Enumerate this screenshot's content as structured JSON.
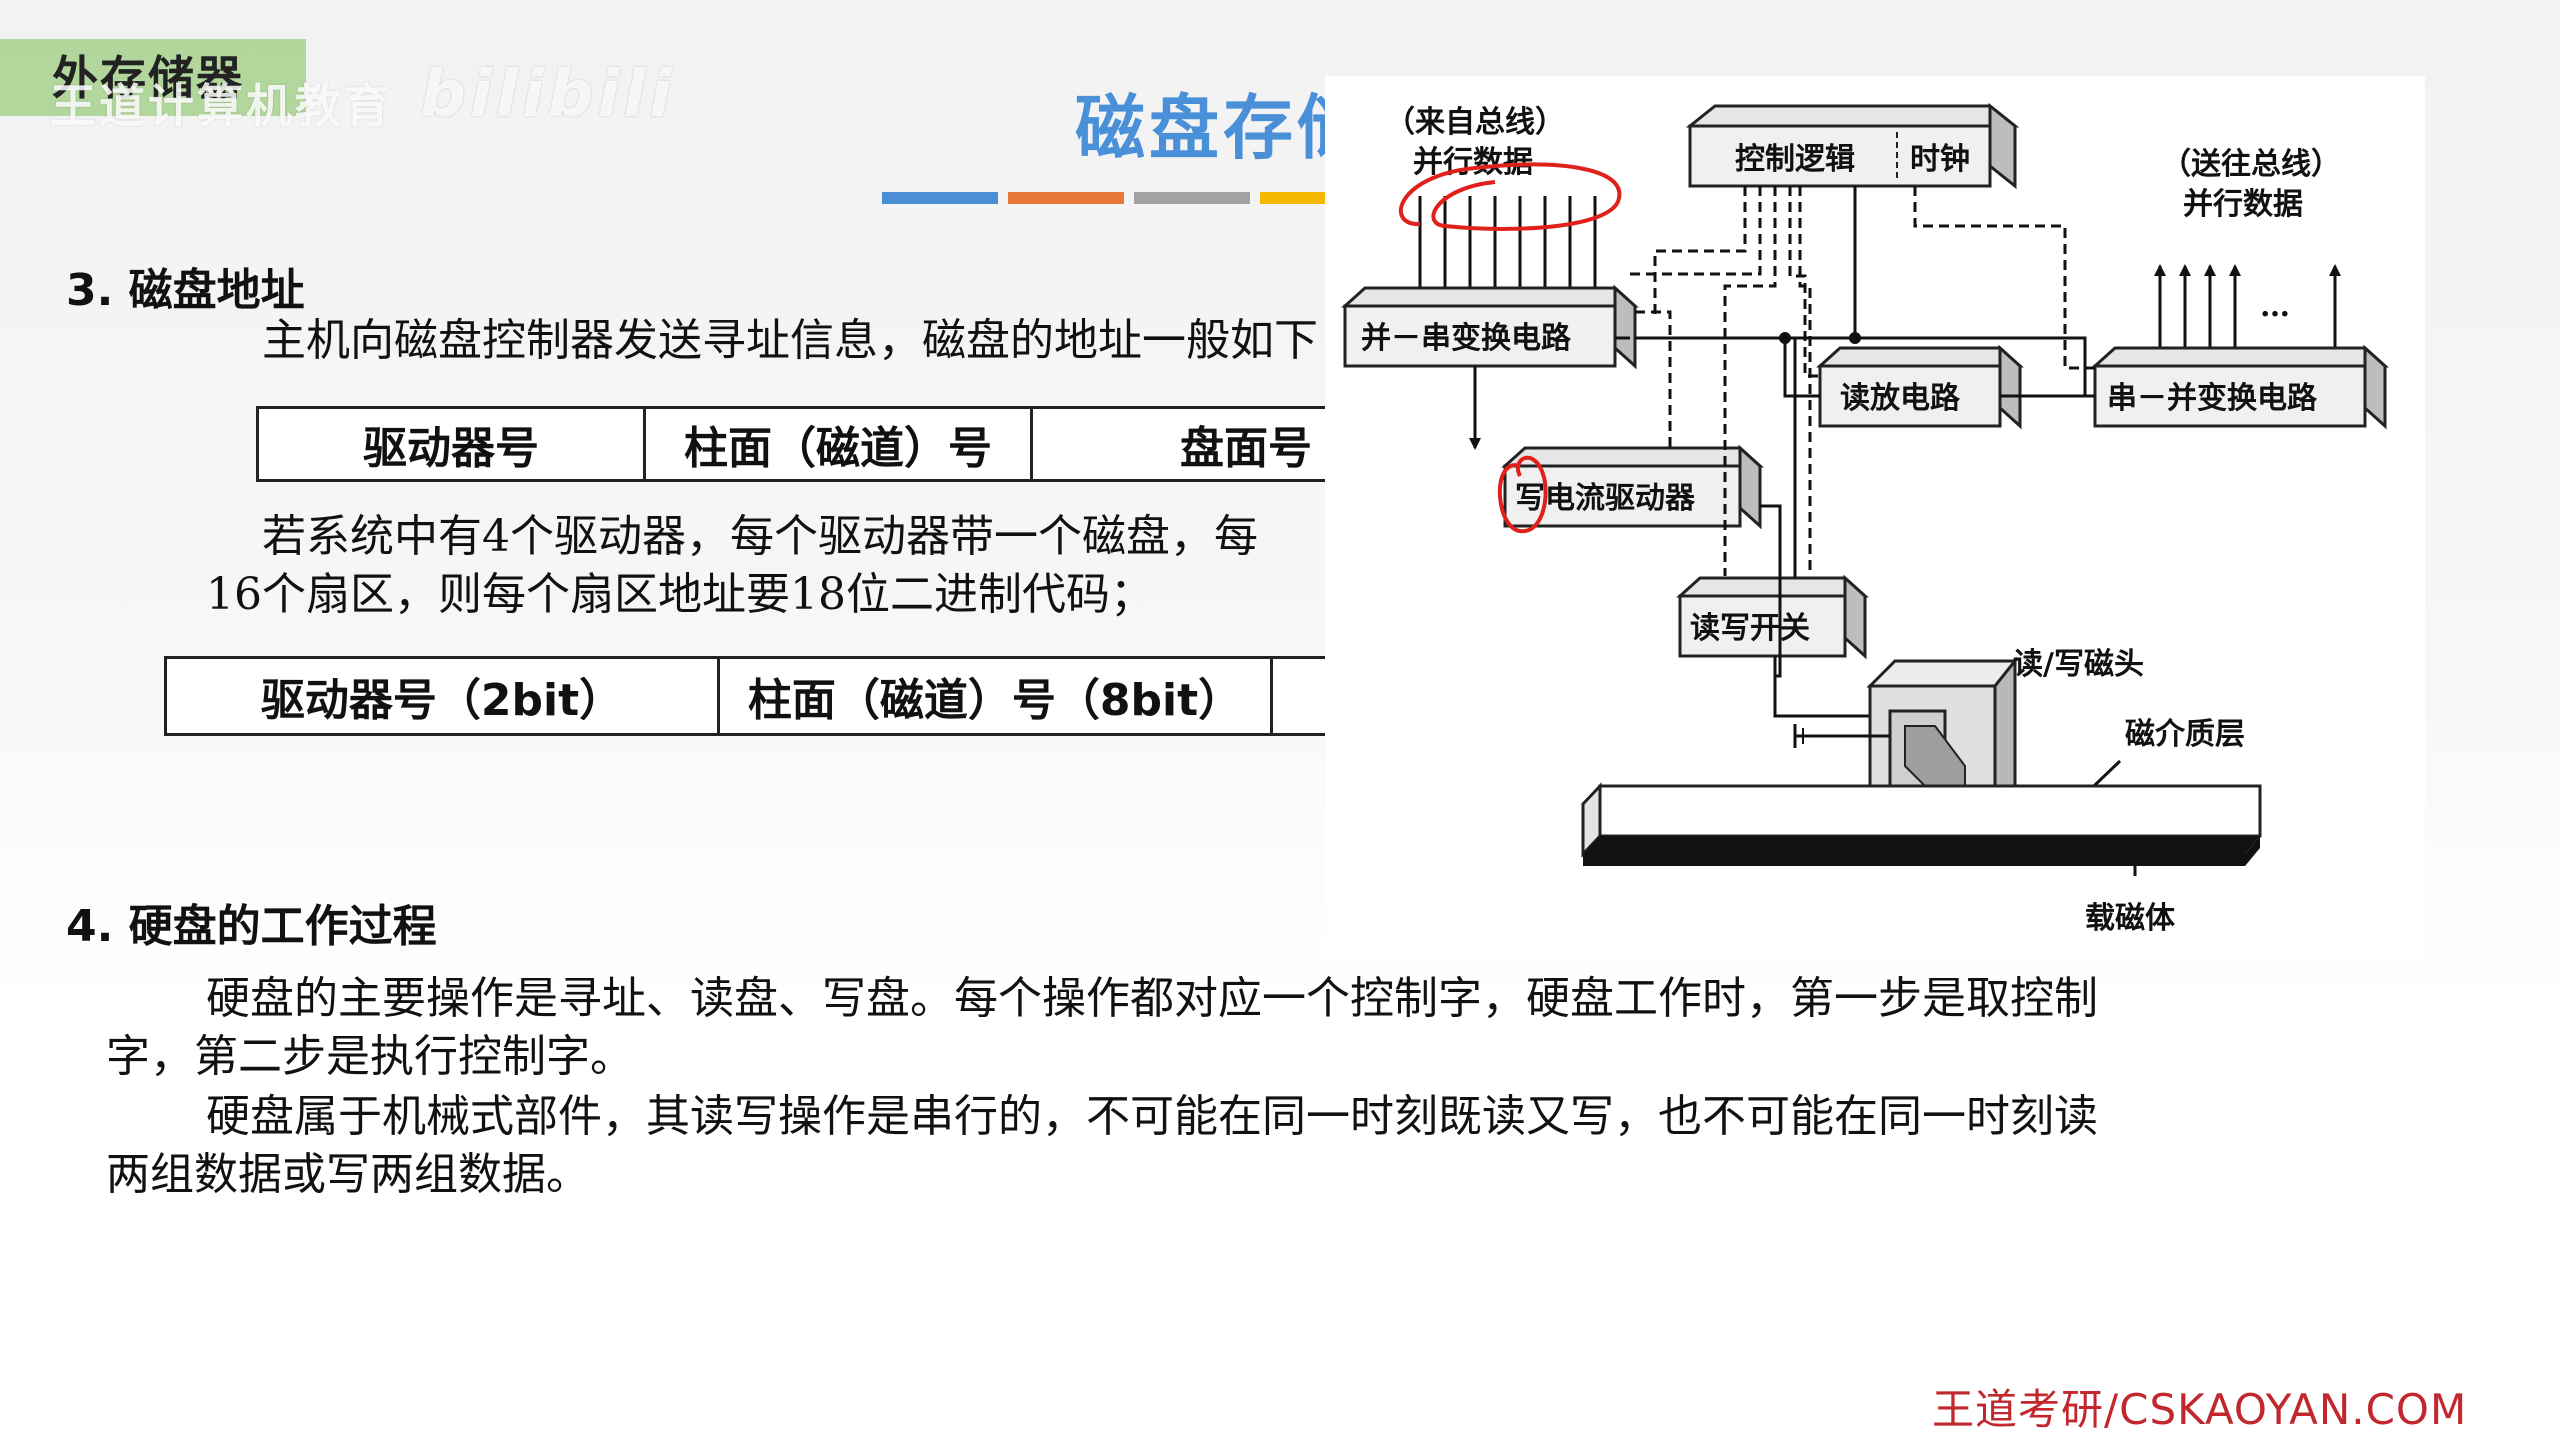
{
  "header": {
    "corner_tag": "外存储器",
    "watermark_text": "王道计算机教育",
    "watermark_logo": "bilibili",
    "slide_title": "磁盘存储器"
  },
  "title_bar_colors": [
    "#4a8fd6",
    "#e8783a",
    "#a3a3a3",
    "#f5b800"
  ],
  "section3": {
    "heading": "3. 磁盘地址",
    "intro": "主机向磁盘控制器发送寻址信息，磁盘的地址一般如下：",
    "table1": [
      "驱动器号",
      "柱面（磁道）号",
      "盘面号"
    ],
    "para_line1": "若系统中有4个驱动器，每个驱动器带一个磁盘，每",
    "para_line2": "16个扇区，则每个扇区地址要18位二进制代码；",
    "table2": [
      "驱动器号（2bit）",
      "柱面（磁道）号（8bit）",
      ""
    ]
  },
  "section4": {
    "heading": "4. 硬盘的工作过程",
    "p1_line1": "硬盘的主要操作是寻址、读盘、写盘。每个操作都对应一个控制字，硬盘工作时，第一步是取控制",
    "p1_line2": "字，第二步是执行控制字。",
    "p2_line1": "硬盘属于机械式部件，其读写操作是串行的，不可能在同一时刻既读又写，也不可能在同一时刻读",
    "p2_line2": "两组数据或写两组数据。"
  },
  "diagram": {
    "from_bus_1": "（来自总线）",
    "from_bus_2": "并行数据",
    "control_logic": "控制逻辑",
    "clock": "时钟",
    "to_bus_1": "（送往总线）",
    "to_bus_2": "并行数据",
    "ps_converter": "并－串变换电路",
    "read_amp": "读放电路",
    "sp_converter": "串－并变换电路",
    "write_driver": "写电流驱动器",
    "rw_switch": "读写开关",
    "rw_head": "读/写磁头",
    "medium_layer": "磁介质层",
    "carrier": "载磁体",
    "ellipsis": "…",
    "annotation_color": "#e0201a"
  },
  "footer": {
    "brand": "王道考研/CSKAOYAN.COM"
  }
}
